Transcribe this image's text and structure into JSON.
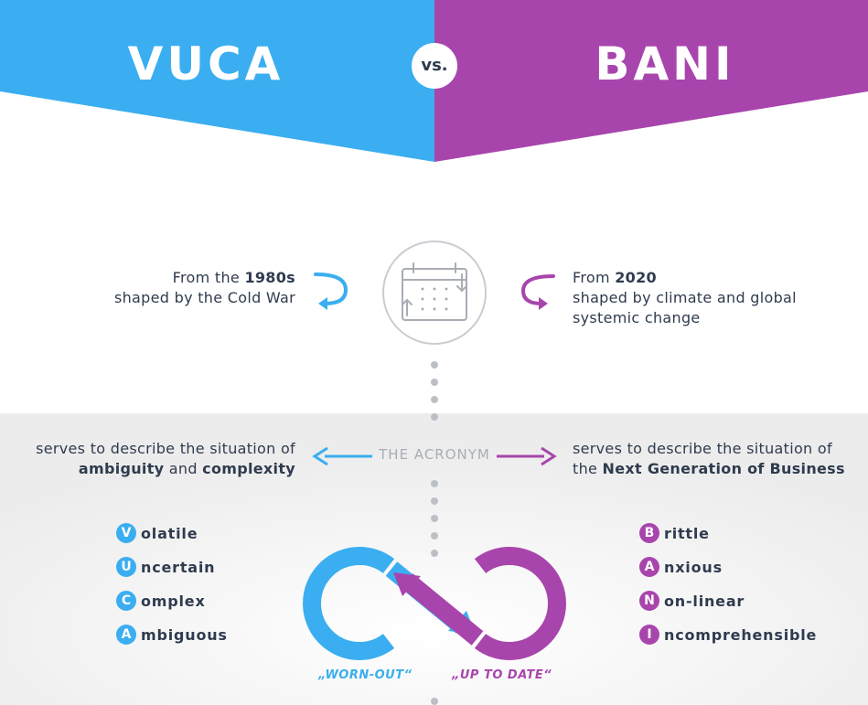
{
  "header": {
    "left_title": "VUCA",
    "right_title": "BANI",
    "vs": "vs."
  },
  "colors": {
    "vuca": "#3aaef0",
    "bani": "#a845ac",
    "text": "#2f3b4e",
    "muted": "#a8adb5"
  },
  "origin": {
    "left": {
      "prefix": "From the ",
      "year": "1980s",
      "line2": "shaped by the Cold War"
    },
    "right": {
      "prefix": "From ",
      "year": "2020",
      "line2": "shaped by climate and global",
      "line3": "systemic change"
    },
    "center_icon": "calendar-icon"
  },
  "acronym": {
    "label": "THE ACRONYM",
    "left": {
      "line1": "serves to describe the situation of",
      "bold1": "ambiguity",
      "and": " and ",
      "bold2": "complexity"
    },
    "right": {
      "line1": "serves to describe the situation of",
      "prefix": "the ",
      "bold": "Next Generation of Business"
    }
  },
  "vuca_items": [
    {
      "letter": "V",
      "rest": "olatile"
    },
    {
      "letter": "U",
      "rest": "ncertain"
    },
    {
      "letter": "C",
      "rest": "omplex"
    },
    {
      "letter": "A",
      "rest": "mbiguous"
    }
  ],
  "bani_items": [
    {
      "letter": "B",
      "rest": "rittle"
    },
    {
      "letter": "A",
      "rest": "nxious"
    },
    {
      "letter": "N",
      "rest": "on-linear"
    },
    {
      "letter": "I",
      "rest": "ncomprehensible"
    }
  ],
  "labels": {
    "left": "„WORN-OUT“",
    "right": "„UP TO DATE“"
  }
}
